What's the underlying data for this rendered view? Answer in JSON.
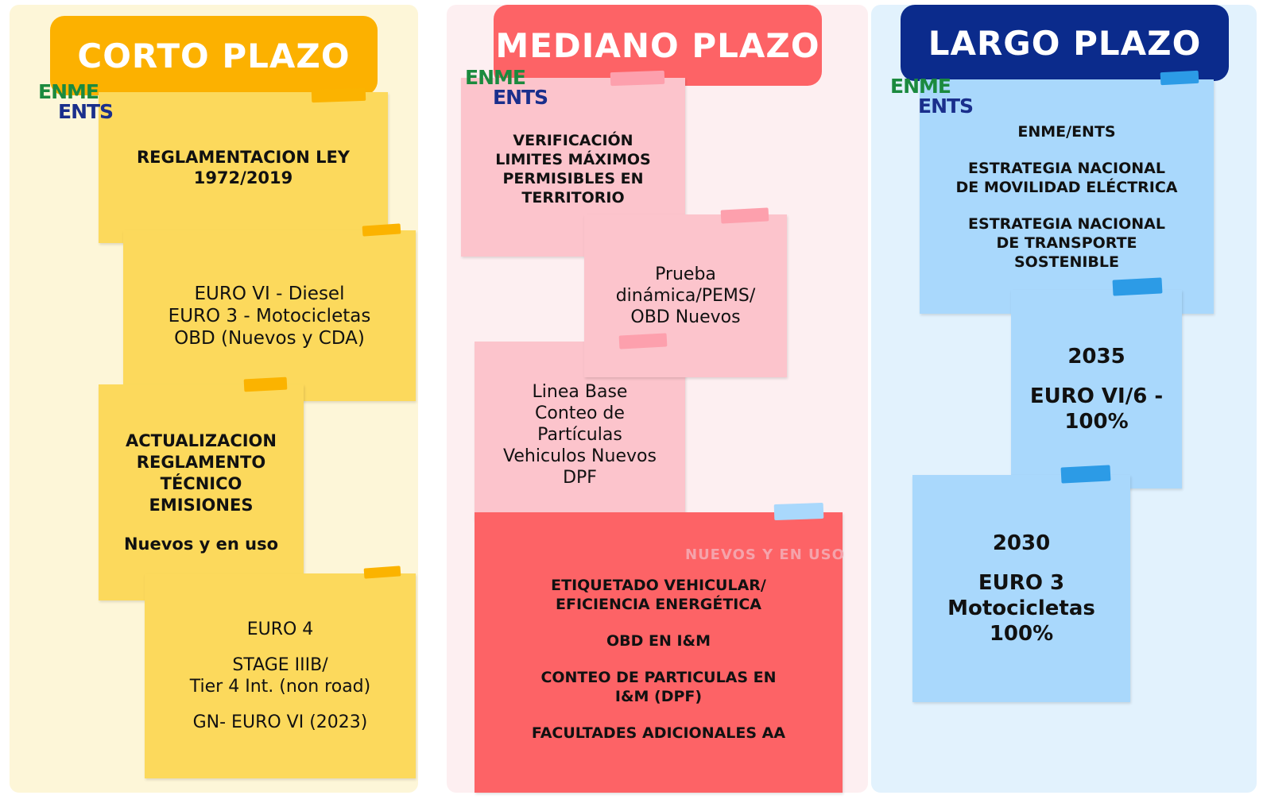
{
  "columns": {
    "short": {
      "title": "CORTO PLAZO",
      "logo": {
        "enme": "ENME",
        "ents": "ENTS"
      },
      "notes": [
        {
          "lines": [
            "REGLAMENTACION LEY",
            "1972/2019"
          ]
        },
        {
          "lines": [
            "EURO VI - Diesel",
            "EURO 3 - Motocicletas",
            "OBD (Nuevos y CDA)"
          ]
        },
        {
          "lines": [
            "ACTUALIZACION",
            "REGLAMENTO",
            "TÉCNICO",
            "EMISIONES"
          ],
          "sub": "Nuevos y en uso"
        },
        {
          "lines": [
            "EURO 4"
          ],
          "lines2": [
            "STAGE  IIIB/",
            "Tier 4 Int. (non road)"
          ],
          "lines3": [
            "GN- EURO VI (2023)"
          ]
        }
      ]
    },
    "medium": {
      "title": "MEDIANO PLAZO",
      "logo": {
        "enme": "ENME",
        "ents": "ENTS"
      },
      "notes": [
        {
          "lines": [
            "VERIFICACIÓN",
            "LIMITES MÁXIMOS",
            "PERMISIBLES EN",
            "TERRITORIO"
          ]
        },
        {
          "lines": [
            "Prueba",
            "dinámica/PEMS/",
            "OBD Nuevos"
          ]
        },
        {
          "lines": [
            "Linea Base",
            "Conteo de",
            "Partículas",
            "Vehiculos Nuevos",
            "DPF"
          ]
        },
        {
          "tag": "NUEVOS Y EN USO",
          "lines": [
            "ETIQUETADO VEHICULAR/",
            "EFICIENCIA ENERGÉTICA"
          ],
          "lines2": [
            "OBD EN I&M"
          ],
          "lines3": [
            "CONTEO DE PARTICULAS EN",
            "I&M (DPF)"
          ],
          "lines4": [
            "FACULTADES ADICIONALES AA"
          ]
        }
      ]
    },
    "long": {
      "title": "LARGO PLAZO",
      "logo": {
        "enme": "ENME",
        "ents": "ENTS"
      },
      "notes": [
        {
          "lines": [
            "ENME/ENTS"
          ],
          "lines2": [
            "ESTRATEGIA NACIONAL",
            "DE MOVILIDAD ELÉCTRICA"
          ],
          "lines3": [
            "ESTRATEGIA NACIONAL",
            "DE TRANSPORTE",
            "SOSTENIBLE"
          ]
        },
        {
          "year": "2035",
          "lines": [
            "EURO VI/6 -",
            "100%"
          ]
        },
        {
          "year": "2030",
          "lines": [
            "EURO 3",
            "Motocicletas",
            "100%"
          ]
        }
      ]
    }
  },
  "colors": {
    "short_bg": "#fdf6d8",
    "short_header": "#fcb100",
    "short_note": "#fcd95c",
    "short_tape": "#fbb300",
    "medium_bg": "#fdeff1",
    "medium_header": "#fd6366",
    "medium_note": "#fcc4cc",
    "medium_note_dark": "#fd6366",
    "medium_tape": "#fda0ad",
    "long_bg": "#e2f2fd",
    "long_header": "#0b2b8c",
    "long_note": "#a9d8fc",
    "long_tape": "#2c9be6"
  }
}
